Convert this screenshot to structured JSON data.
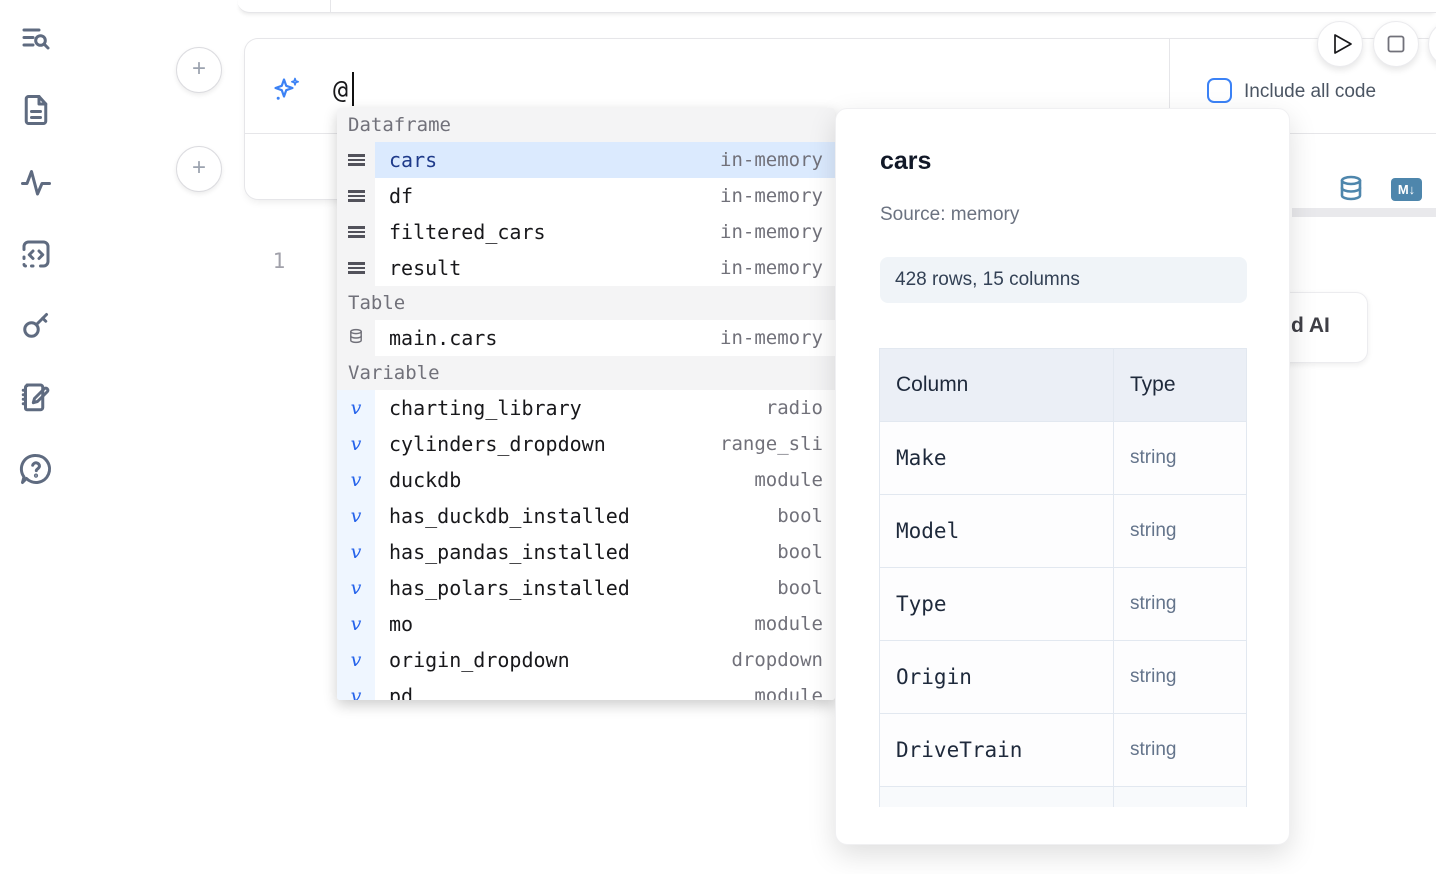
{
  "sidebar": {
    "icons": [
      "list-search",
      "file-text",
      "activity",
      "code-block",
      "key",
      "scratchpad",
      "help"
    ]
  },
  "run_controls": {
    "buttons": [
      "run-play",
      "stop",
      "clipped-button"
    ]
  },
  "cell": {
    "prompt_value": "@",
    "include_all_code_label": "Include all code",
    "include_all_code_checked": false,
    "line_number": "1"
  },
  "output_fragment": {
    "database_icon": "database-icon",
    "markdown_badge": "M↓",
    "ai_button_fragment": "d AI"
  },
  "completion": {
    "sections": [
      {
        "label": "Dataframe",
        "items": [
          {
            "name": "cars",
            "type": "in-memory",
            "icon": "dataframe",
            "selected": true
          },
          {
            "name": "df",
            "type": "in-memory",
            "icon": "dataframe"
          },
          {
            "name": "filtered_cars",
            "type": "in-memory",
            "icon": "dataframe"
          },
          {
            "name": "result",
            "type": "in-memory",
            "icon": "dataframe"
          }
        ]
      },
      {
        "label": "Table",
        "items": [
          {
            "name": "main.cars",
            "type": "in-memory",
            "icon": "table"
          }
        ]
      },
      {
        "label": "Variable",
        "items": [
          {
            "name": "charting_library",
            "type": "radio",
            "icon": "variable"
          },
          {
            "name": "cylinders_dropdown",
            "type": "range_sli",
            "icon": "variable"
          },
          {
            "name": "duckdb",
            "type": "module",
            "icon": "variable"
          },
          {
            "name": "has_duckdb_installed",
            "type": "bool",
            "icon": "variable"
          },
          {
            "name": "has_pandas_installed",
            "type": "bool",
            "icon": "variable"
          },
          {
            "name": "has_polars_installed",
            "type": "bool",
            "icon": "variable"
          },
          {
            "name": "mo",
            "type": "module",
            "icon": "variable"
          },
          {
            "name": "origin_dropdown",
            "type": "dropdown",
            "icon": "variable"
          },
          {
            "name": "pd",
            "type": "module",
            "icon": "variable",
            "partial": true
          }
        ]
      }
    ]
  },
  "popup": {
    "title": "cars",
    "source": "Source: memory",
    "shape": "428 rows, 15 columns",
    "table": {
      "headers": [
        "Column",
        "Type"
      ],
      "rows": [
        [
          "Make",
          "string"
        ],
        [
          "Model",
          "string"
        ],
        [
          "Type",
          "string"
        ],
        [
          "Origin",
          "string"
        ],
        [
          "DriveTrain",
          "string"
        ]
      ],
      "partial_row": [
        "",
        ""
      ]
    }
  }
}
